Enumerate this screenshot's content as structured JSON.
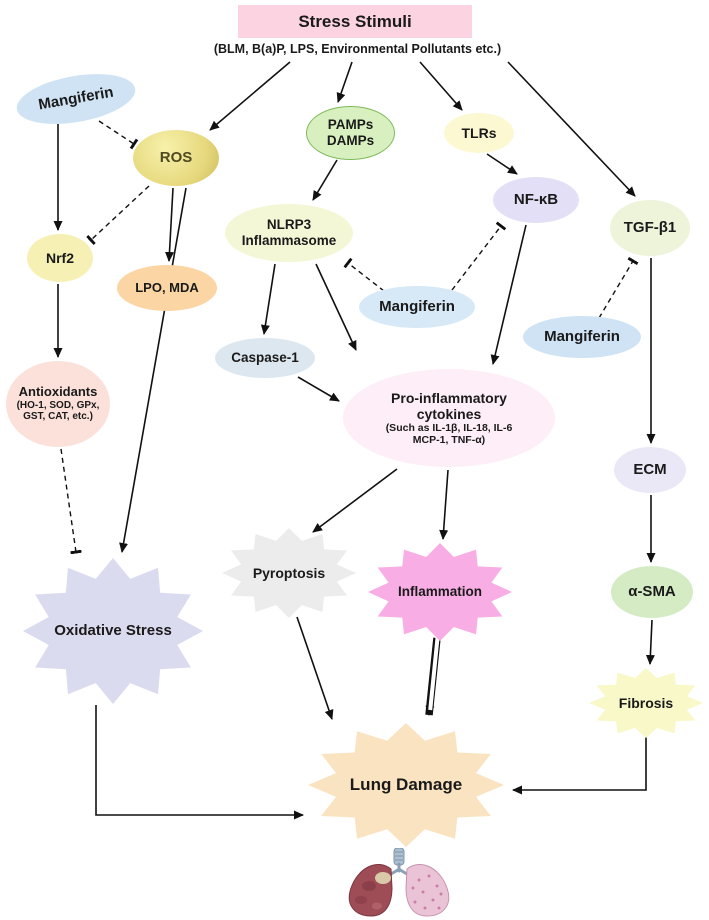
{
  "diagram": {
    "stress": {
      "title": "Stress Stimuli",
      "subtitle": "(BLM, B(a)P, LPS, Environmental Pollutants etc.)"
    },
    "nodes": {
      "mangiferin1": "Mangiferin",
      "mangiferin2": "Mangiferin",
      "mangiferin3": "Mangiferin",
      "ros": "ROS",
      "pamps_damps": "PAMPs\nDAMPs",
      "tlrs": "TLRs",
      "nfkb": "NF-κB",
      "tgfb1": "TGF-β1",
      "nlrp3": "NLRP3\nInflammasome",
      "nrf2": "Nrf2",
      "lpo_mda": "LPO, MDA",
      "caspase1": "Caspase-1",
      "antioxidants_title": "Antioxidants",
      "antioxidants_detail": "(HO-1, SOD, GPx,\nGST, CAT, etc.)",
      "cytokines_title": "Pro-inflammatory\ncytokines",
      "cytokines_detail": "(Such as IL-1β, IL-18, IL-6\nMCP-1, TNF-α)",
      "ecm": "ECM",
      "asma": "α-SMA",
      "oxidative_stress": "Oxidative Stress",
      "pyroptosis": "Pyroptosis",
      "inflammation": "Inflammation",
      "fibrosis": "Fibrosis",
      "lung_damage": "Lung Damage"
    },
    "colors": {
      "stress_box": "#fbd3e1",
      "mangiferin": "#cfe3f4",
      "ros_center": "#f3eca2",
      "ros_edge": "#d8c766",
      "pamps": "#d8f0c0",
      "tlrs": "#fcf8d2",
      "nfkb": "#e3dff6",
      "tgfb1": "#edf4da",
      "nlrp3": "#f4f7d6",
      "nrf2": "#f6f0b4",
      "lpo_mda": "#fbd6a4",
      "antioxidants": "#fce1da",
      "caspase1": "#dde7ef",
      "cytokines": "#fdeef7",
      "ecm": "#eae7f7",
      "asma": "#d4ebc4",
      "oxidative_stress": "#dbdbf0",
      "pyroptosis": "#ececec",
      "inflammation": "#f8aee4",
      "fibrosis": "#f8f8c8",
      "lung_damage": "#fae3c0",
      "edge": "#111111"
    },
    "edges": [
      {
        "from": "Stress Stimuli",
        "to": "ROS",
        "type": "activate"
      },
      {
        "from": "Stress Stimuli",
        "to": "PAMPs/DAMPs",
        "type": "activate"
      },
      {
        "from": "Stress Stimuli",
        "to": "TLRs",
        "type": "activate"
      },
      {
        "from": "Stress Stimuli",
        "to": "TGF-β1",
        "type": "activate"
      },
      {
        "from": "Mangiferin",
        "to": "Nrf2",
        "type": "activate"
      },
      {
        "from": "Mangiferin",
        "to": "ROS",
        "type": "inhibit"
      },
      {
        "from": "ROS",
        "to": "Nrf2",
        "type": "inhibit"
      },
      {
        "from": "ROS",
        "to": "LPO, MDA",
        "type": "activate"
      },
      {
        "from": "ROS",
        "to": "Oxidative Stress",
        "type": "activate"
      },
      {
        "from": "Nrf2",
        "to": "Antioxidants",
        "type": "activate"
      },
      {
        "from": "Antioxidants",
        "to": "Oxidative Stress",
        "type": "inhibit"
      },
      {
        "from": "PAMPs/DAMPs",
        "to": "NLRP3 Inflammasome",
        "type": "activate"
      },
      {
        "from": "TLRs",
        "to": "NF-κB",
        "type": "activate"
      },
      {
        "from": "Mangiferin",
        "to": "NLRP3 Inflammasome",
        "type": "inhibit"
      },
      {
        "from": "Mangiferin",
        "to": "NF-κB",
        "type": "inhibit"
      },
      {
        "from": "Mangiferin",
        "to": "TGF-β1",
        "type": "inhibit"
      },
      {
        "from": "NLRP3 Inflammasome",
        "to": "Caspase-1",
        "type": "activate"
      },
      {
        "from": "NLRP3 Inflammasome",
        "to": "Pro-inflammatory cytokines",
        "type": "activate"
      },
      {
        "from": "Caspase-1",
        "to": "Pro-inflammatory cytokines",
        "type": "activate"
      },
      {
        "from": "NF-κB",
        "to": "Pro-inflammatory cytokines",
        "type": "activate"
      },
      {
        "from": "Pro-inflammatory cytokines",
        "to": "Pyroptosis",
        "type": "activate"
      },
      {
        "from": "Pro-inflammatory cytokines",
        "to": "Inflammation",
        "type": "activate"
      },
      {
        "from": "TGF-β1",
        "to": "ECM",
        "type": "activate"
      },
      {
        "from": "ECM",
        "to": "α-SMA",
        "type": "activate"
      },
      {
        "from": "α-SMA",
        "to": "Fibrosis",
        "type": "activate"
      },
      {
        "from": "Pyroptosis",
        "to": "Lung Damage",
        "type": "activate"
      },
      {
        "from": "Inflammation",
        "to": "Lung Damage",
        "type": "activate"
      },
      {
        "from": "Fibrosis",
        "to": "Lung Damage",
        "type": "activate"
      },
      {
        "from": "Oxidative Stress",
        "to": "Lung Damage",
        "type": "activate"
      }
    ]
  }
}
